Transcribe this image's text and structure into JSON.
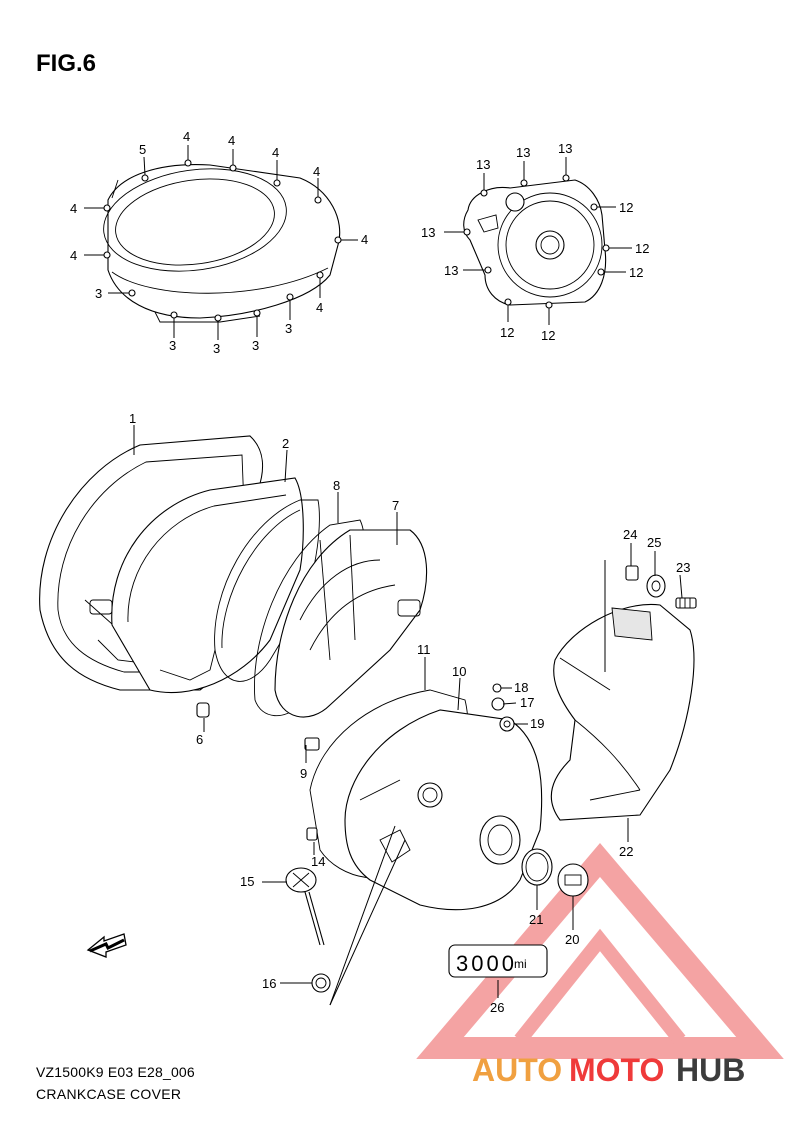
{
  "figure": {
    "title": "FIG.6",
    "model_code": "VZ1500K9 E03 E28_006",
    "caption": "CRANKCASE COVER"
  },
  "callouts": {
    "left_cover_bolts": [
      "4",
      "4",
      "4",
      "4",
      "5",
      "4",
      "4",
      "4",
      "4",
      "3",
      "3",
      "3",
      "3",
      "3",
      "4"
    ],
    "right_cover_bolts": [
      "13",
      "13",
      "13",
      "13",
      "13",
      "12",
      "12",
      "12",
      "12",
      "12"
    ],
    "parts": [
      "1",
      "2",
      "8",
      "7",
      "6",
      "9",
      "11",
      "10",
      "18",
      "17",
      "19",
      "24",
      "25",
      "23",
      "22",
      "14",
      "15",
      "16",
      "21",
      "20",
      "26"
    ]
  },
  "odometer_label": {
    "digits": "3000",
    "unit": "mi"
  },
  "watermark": {
    "part1": "AUTO",
    "part2": "MOTO",
    "part3": "HUB"
  },
  "colors": {
    "watermark_orange": "#f0a040",
    "watermark_red": "#ef3a3a",
    "watermark_gray": "#3c3c3c",
    "triangle": "#f4a3a3"
  }
}
